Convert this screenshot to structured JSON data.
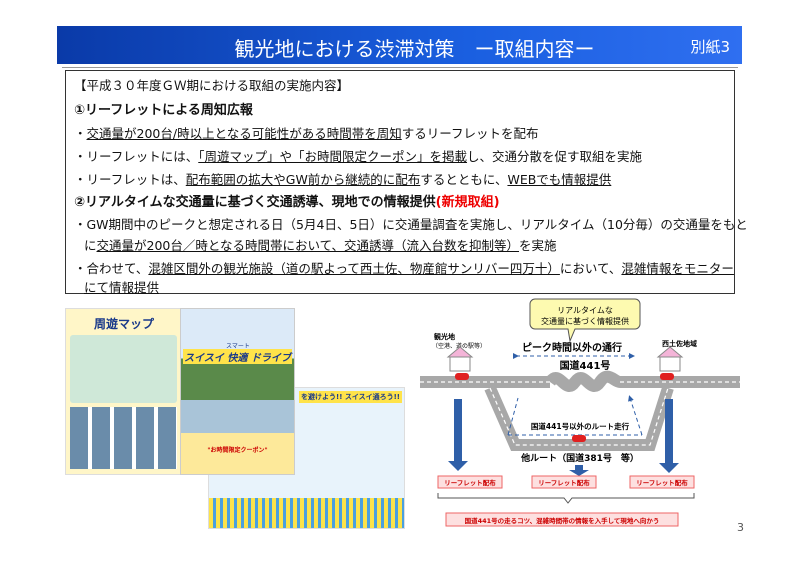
{
  "header": {
    "title": "観光地における渋滞対策　ー取組内容ー",
    "annex": "別紙3"
  },
  "box": {
    "heading": "【平成３０年度ＧＷ期における取組の実施内容】",
    "s1": "①リーフレットによる周知広報",
    "b1": {
      "u": "交通量が200台/時以上となる可能性がある時間帯を周知",
      "rest": "するリーフレットを配布"
    },
    "b2": {
      "a": "・リーフレットには、",
      "u": "「周遊マップ」や「お時間限定クーポン」を掲載",
      "rest": "し、交通分散を促す取組を実施"
    },
    "b3": {
      "a": "・リーフレットは、",
      "u1": "配布範囲の拡大やGW前から継続的に配布",
      "b": "するとともに、",
      "u2": "WEBでも情報提供"
    },
    "s2": "②リアルタイムな交通量に基づく交通誘導、現地での情報提供",
    "s2_new": "(新規取組)",
    "b4": {
      "l1": "・GW期間中のピークと想定される日（5月4日、5日）に交通量調査を実施し、リアルタイム（10分毎）の交通量をもと",
      "l2a": "に",
      "l2u": "交通量が200台／時となる時間帯において、交通誘導（流入台数を抑制等）",
      "l2b": "を実施"
    },
    "b5": {
      "a": "・合わせて、",
      "u1": "混雑区間外の観光施設（道の駅よって西土佐、物産館サンリバー四万十）",
      "b": "において、",
      "u2": "混雑情報をモニター",
      "l2": "にて情報提供"
    }
  },
  "leaflets": {
    "map_title": "周遊マップ",
    "drive_title": "スイスイ 快適 ドライブ",
    "smart": "スマート",
    "coupon": "\"お時間限定クーポン\"",
    "back_title": "を避けよう!! スイスイ通ろう!!"
  },
  "diagram": {
    "callout": [
      "リアルタイムな",
      "交通量に基づく情報提供"
    ],
    "left_place": [
      "観光地",
      "（空港、道の駅等）"
    ],
    "right_place": "西土佐地域",
    "offpeak": "ピーク時間以外の通行",
    "route441": "国道441号",
    "alt_route_run": "国道441号以外のルート走行",
    "other_route": "他ルート（国道381号　等）",
    "leaflet_labels": [
      "リーフレット配布",
      "リーフレット配布",
      "リーフレット配布"
    ],
    "summary": "国道441号の走るコツ、混雑時間帯の情報を入手して現地へ向かう"
  },
  "page_number": "3",
  "colors": {
    "header": "#1a5fe0",
    "new": "#e00000",
    "arrow": "#2f5fa8",
    "road": "#a8a8a8"
  }
}
